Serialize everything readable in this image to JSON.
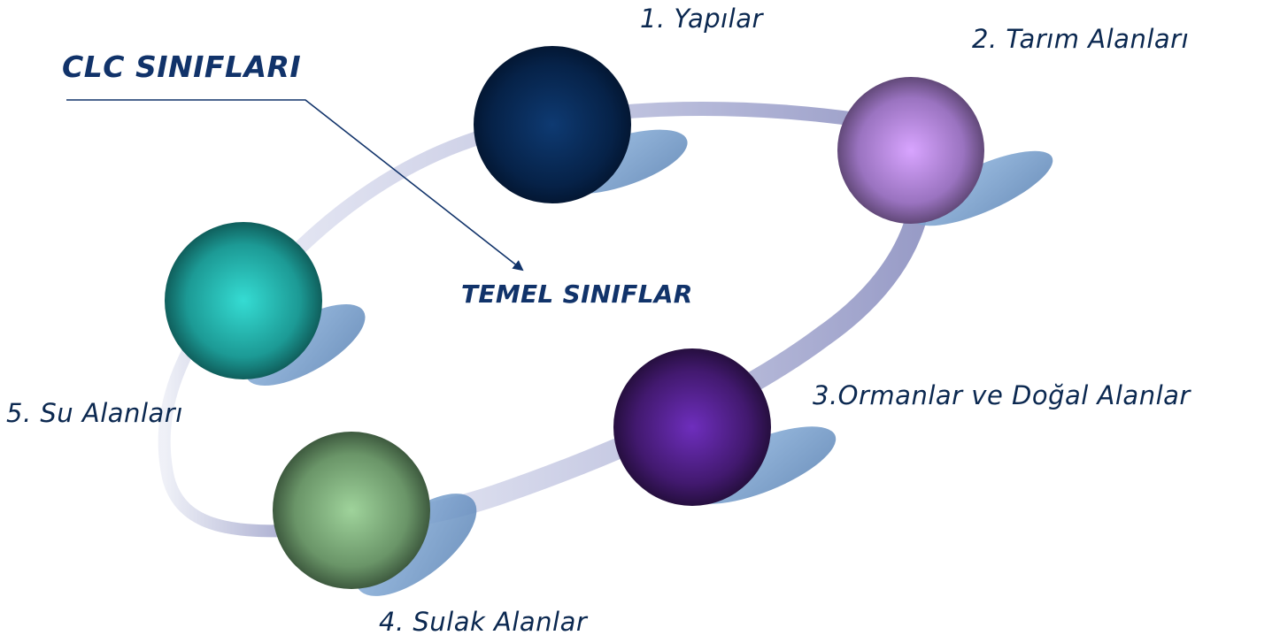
{
  "title": "CLC SINIFLARI",
  "subtitle": "TEMEL SINIFLAR",
  "classes": [
    {
      "label": "1. Yapılar",
      "color": "#0a2a55"
    },
    {
      "label": "2. Tarım Alanları",
      "color": "#b58adf"
    },
    {
      "label": "3.Ormanlar ve Doğal Alanlar",
      "color": "#5a2596"
    },
    {
      "label": "4. Sulak Alanlar",
      "color": "#86b985"
    },
    {
      "label": "5. Su Alanları",
      "color": "#23b8b2"
    }
  ],
  "colors": {
    "text": "#0b2850",
    "ring": "#9ea3cc",
    "shadow": "#6f9cd0",
    "arrow": "#11336a"
  }
}
